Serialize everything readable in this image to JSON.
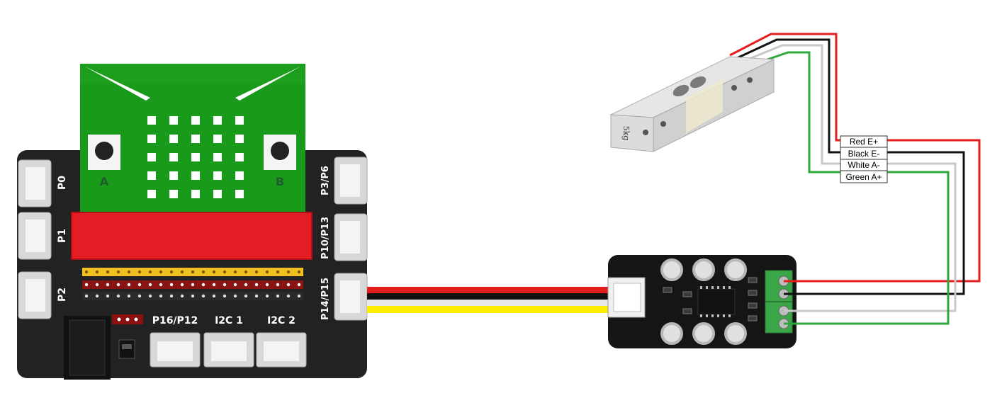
{
  "board": {
    "buttons": [
      "A",
      "B"
    ],
    "left_ports": [
      "P0",
      "P1",
      "P2"
    ],
    "right_ports": [
      "P3/P6",
      "P10/P13",
      "P14/P15"
    ],
    "bottom_ports": [
      "P16/P12",
      "I2C 1",
      "I2C 2"
    ]
  },
  "load_cell": {
    "marking": "5kg"
  },
  "wire_labels": [
    "Red E+",
    "Black E-",
    "White A-",
    "Green A+"
  ],
  "colors": {
    "red": "#e41e1e",
    "black": "#111111",
    "white_wire": "#c8c8c8",
    "green": "#2ea83c",
    "yellow": "#ffee00",
    "microbit_green": "#1a9a1a",
    "strip_red": "#e21d24"
  }
}
